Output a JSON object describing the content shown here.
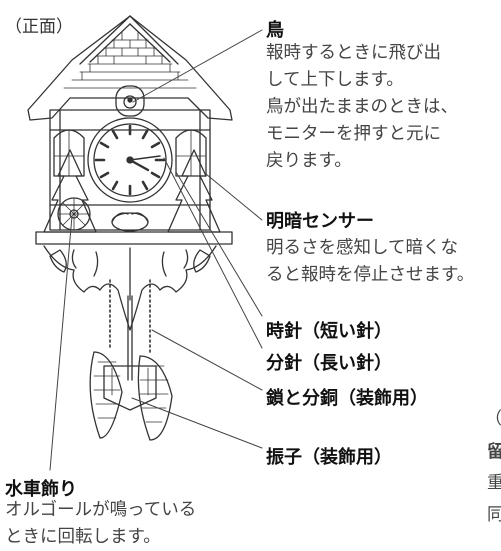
{
  "view_label": "（正面）",
  "bird": {
    "title": "鳥",
    "desc": "報時するときに飛び出\nして上下します。\n鳥が出たままのときは、\nモニターを押すと元に\n戻ります。"
  },
  "sensor": {
    "title": "明暗センサー",
    "desc": "明るさを感知して暗くな\nると報時を停止させます。"
  },
  "hour_hand": "時針（短い針）",
  "minute_hand": "分針（長い針）",
  "chain_weights": "鎖と分銅（装飾用）",
  "pendulum": "振子（装飾用）",
  "water_wheel": {
    "title": "水車飾り",
    "desc": "オルゴールが鳴っている\nときに回転します。"
  },
  "edge_fragments": [
    "（",
    "留",
    "重",
    "同"
  ],
  "icons": [
    "cuckoo-clock-illustration"
  ]
}
